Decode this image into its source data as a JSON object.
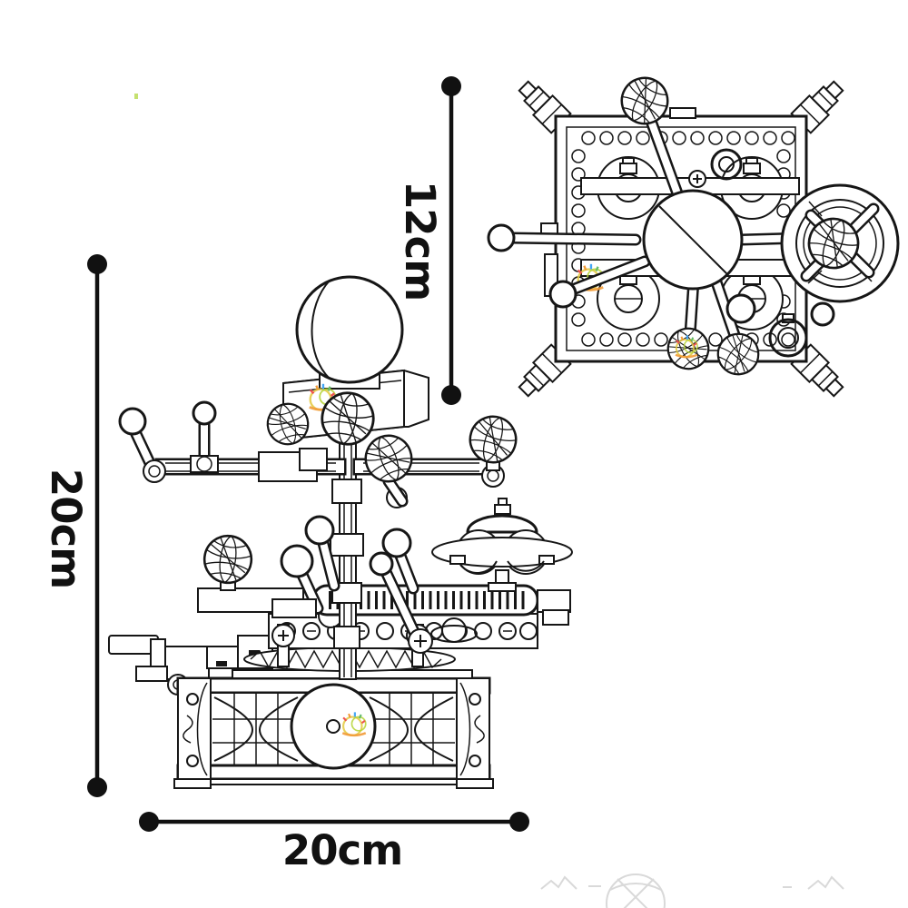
{
  "page": {
    "background_color": "#ffffff",
    "line_color": "#161616",
    "description_icon": "blueprint-line-drawing"
  },
  "dimension_labels": {
    "top_view_height": "12cm",
    "front_view_height": "20cm",
    "front_view_width": "20cm"
  },
  "drawing": {
    "front_view_icon": "orrery-model-front-view-icon",
    "top_view_icon": "orrery-model-top-view-icon",
    "parts_icons": [
      "sun-sphere-icon",
      "planet-grid-ball-icon",
      "saturn-ring-planet-icon",
      "gear-track-icon",
      "crank-handle-icon",
      "music-box-base-icon"
    ]
  },
  "watermarks": {
    "logo_icon": "sun-logo-icon",
    "logo_colors": {
      "yellow": "#e3c93e",
      "green": "#b5d334",
      "orange": "#f29b38",
      "red": "#ef5350",
      "blue": "#42a5f5"
    },
    "footer_icons": [
      "mountains-icon",
      "globe-icon"
    ],
    "footer_color": "#d9d9d9",
    "speck_color": "#b6d94c"
  }
}
